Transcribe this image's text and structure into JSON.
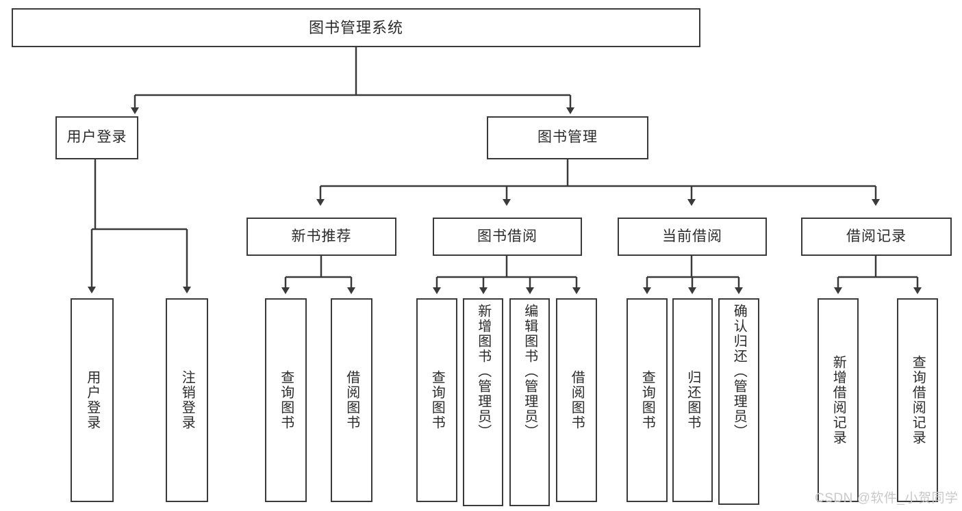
{
  "diagram": {
    "title": "图书管理系统",
    "type": "tree-hierarchy",
    "root": {
      "label": "图书管理系统"
    },
    "level2": [
      {
        "label": "用户登录"
      },
      {
        "label": "图书管理"
      }
    ],
    "level3": [
      {
        "label": "新书推荐"
      },
      {
        "label": "图书借阅"
      },
      {
        "label": "当前借阅"
      },
      {
        "label": "借阅记录"
      }
    ],
    "leaves": {
      "user_login": [
        {
          "label": "用户登录"
        },
        {
          "label": "注销登录"
        }
      ],
      "new_book_recommend": [
        {
          "label": "查询图书"
        },
        {
          "label": "借阅图书"
        }
      ],
      "book_borrow": [
        {
          "label": "查询图书"
        },
        {
          "label": "新增图书（管理员）"
        },
        {
          "label": "编辑图书（管理员）"
        },
        {
          "label": "借阅图书"
        }
      ],
      "current_borrow": [
        {
          "label": "查询图书"
        },
        {
          "label": "归还图书"
        },
        {
          "label": "确认归还（管理员）"
        }
      ],
      "borrow_record": [
        {
          "label": "新增借阅记录"
        },
        {
          "label": "查询借阅记录"
        }
      ]
    },
    "watermark": "CSDN @软件_小贺同学",
    "colors": {
      "stroke": "#3a3a3a",
      "text": "#2b2b2b",
      "background": "#ffffff",
      "watermark": "#c9c9c9"
    }
  }
}
